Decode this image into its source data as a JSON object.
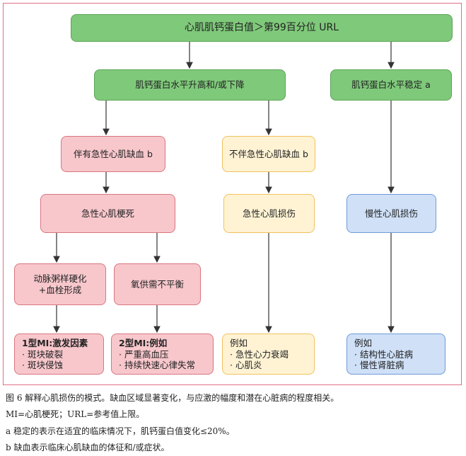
{
  "diagram": {
    "top": "心肌肌钙蛋白值＞第99百分位 URL",
    "rising": "肌钙蛋白水平升高和/或下降",
    "stable": "肌钙蛋白水平稳定 a",
    "with_ischemia": "伴有急性心肌缺血 b",
    "without_ischemia": "不伴急性心肌缺血 b",
    "acute_mi": "急性心肌梗死",
    "acute_injury": "急性心肌损伤",
    "chronic_injury": "慢性心肌损伤",
    "athero": [
      "动脉粥样硬化",
      "+血栓形成"
    ],
    "o2": "氧供需不平衡",
    "type1": [
      "1型MI:激发因素",
      "· 斑块破裂",
      "· 斑块侵蚀"
    ],
    "type2": [
      "2型MI:例如",
      "· 严重高血压",
      "· 持续快速心律失常"
    ],
    "acute_eg": [
      "例如",
      "· 急性心力衰竭",
      "· 心肌炎"
    ],
    "chronic_eg": [
      "例如",
      "· 结构性心脏病",
      "· 慢性肾脏病"
    ]
  },
  "caption": {
    "line1": "图 6  解释心肌损伤的模式。缺血区域显著变化，与应激的幅度和潜在心脏病的程度相关。",
    "line2": "MI=心肌梗死；URL=参考值上限。",
    "line3": "a 稳定的表示在适宜的临床情况下，肌钙蛋白值变化≤20%。",
    "line4": "b 缺血表示临床心肌缺血的体征和/或症状。"
  },
  "colors": {
    "green": "#7fc97a",
    "red": "#f7c7cc",
    "yellow": "#fff3d4",
    "blue": "#cfe0f7",
    "frame": "#e06f86"
  }
}
